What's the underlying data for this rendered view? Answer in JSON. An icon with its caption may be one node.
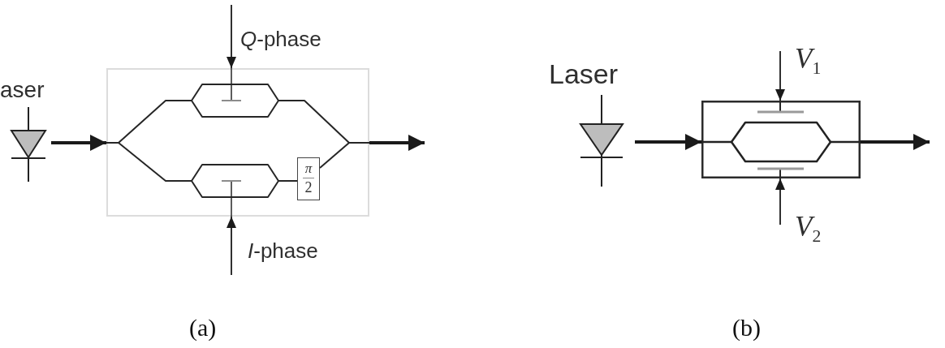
{
  "diagram": {
    "nodes": [
      {
        "text": [
          "aser"
        ]
      },
      {
        "text": [],
        "shape": "box"
      },
      {
        "text": [
          "π",
          "2"
        ],
        "in": 1
      },
      {
        "text": [
          "Laser"
        ]
      },
      {
        "text": [],
        "shape": "box"
      }
    ],
    "edges": [
      {
        "from": 0,
        "to": 1,
        "arrow": "to",
        "style": "thick"
      },
      {
        "from": 1,
        "to": null,
        "arrow": "to",
        "style": "thick"
      },
      {
        "from": null,
        "to": 1,
        "arrow": "to",
        "label": "*Q*-phase"
      },
      {
        "from": null,
        "to": 1,
        "arrow": "to",
        "label": "*I*-phase"
      },
      {
        "from": 3,
        "to": 4,
        "arrow": "to",
        "style": "thick"
      },
      {
        "from": 4,
        "to": null,
        "arrow": "to",
        "style": "thick"
      },
      {
        "from": null,
        "to": 4,
        "arrow": "to",
        "label": "*V*$_{1}$"
      },
      {
        "from": null,
        "to": 4,
        "arrow": "to",
        "label": "*V*$_{2}$"
      }
    ],
    "labels": [
      "(a)",
      "(b)"
    ]
  }
}
